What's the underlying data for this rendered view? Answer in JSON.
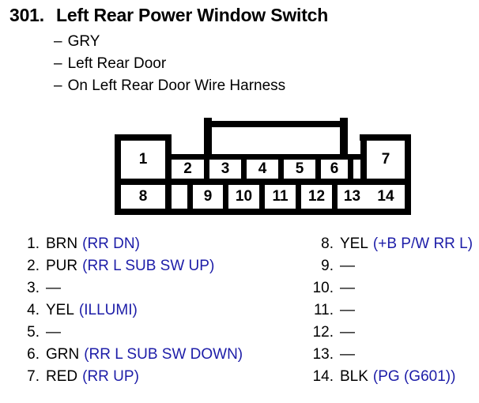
{
  "header": {
    "number": "301.",
    "title": "Left Rear Power Window Switch",
    "subtitles": [
      {
        "dash": "–",
        "text": "GRY"
      },
      {
        "dash": "–",
        "text": "Left Rear Door"
      },
      {
        "dash": "–",
        "text": "On Left Rear Door Wire Harness"
      }
    ]
  },
  "connector": {
    "top_row_pins": [
      "1",
      "2",
      "3",
      "4",
      "5",
      "6",
      "7"
    ],
    "bottom_row_pins": [
      "8",
      "9",
      "10",
      "11",
      "12",
      "13",
      "14"
    ],
    "total_pins": 14
  },
  "pins": {
    "left_column": [
      {
        "num": "1.",
        "color": "BRN",
        "signal": "(RR DN)",
        "empty": ""
      },
      {
        "num": "2.",
        "color": "PUR",
        "signal": "(RR L SUB SW UP)",
        "empty": ""
      },
      {
        "num": "3.",
        "color": "",
        "signal": "",
        "empty": "—"
      },
      {
        "num": "4.",
        "color": "YEL",
        "signal": "(ILLUMI)",
        "empty": ""
      },
      {
        "num": "5.",
        "color": "",
        "signal": "",
        "empty": "—"
      },
      {
        "num": "6.",
        "color": "GRN",
        "signal": "(RR L SUB SW DOWN)",
        "empty": ""
      },
      {
        "num": "7.",
        "color": "RED",
        "signal": "(RR UP)",
        "empty": ""
      }
    ],
    "right_column": [
      {
        "num": "8.",
        "color": "YEL",
        "signal": "(+B P/W RR L)",
        "empty": ""
      },
      {
        "num": "9.",
        "color": "",
        "signal": "",
        "empty": "—"
      },
      {
        "num": "10.",
        "color": "",
        "signal": "",
        "empty": "—"
      },
      {
        "num": "11.",
        "color": "",
        "signal": "",
        "empty": "—"
      },
      {
        "num": "12.",
        "color": "",
        "signal": "",
        "empty": "—"
      },
      {
        "num": "13.",
        "color": "",
        "signal": "",
        "empty": "—"
      },
      {
        "num": "14.",
        "color": "BLK",
        "signal": "(PG (G601))",
        "empty": ""
      }
    ]
  },
  "colors": {
    "signal_blue": "#1d1da8",
    "text_black": "#000000",
    "background": "#ffffff"
  }
}
